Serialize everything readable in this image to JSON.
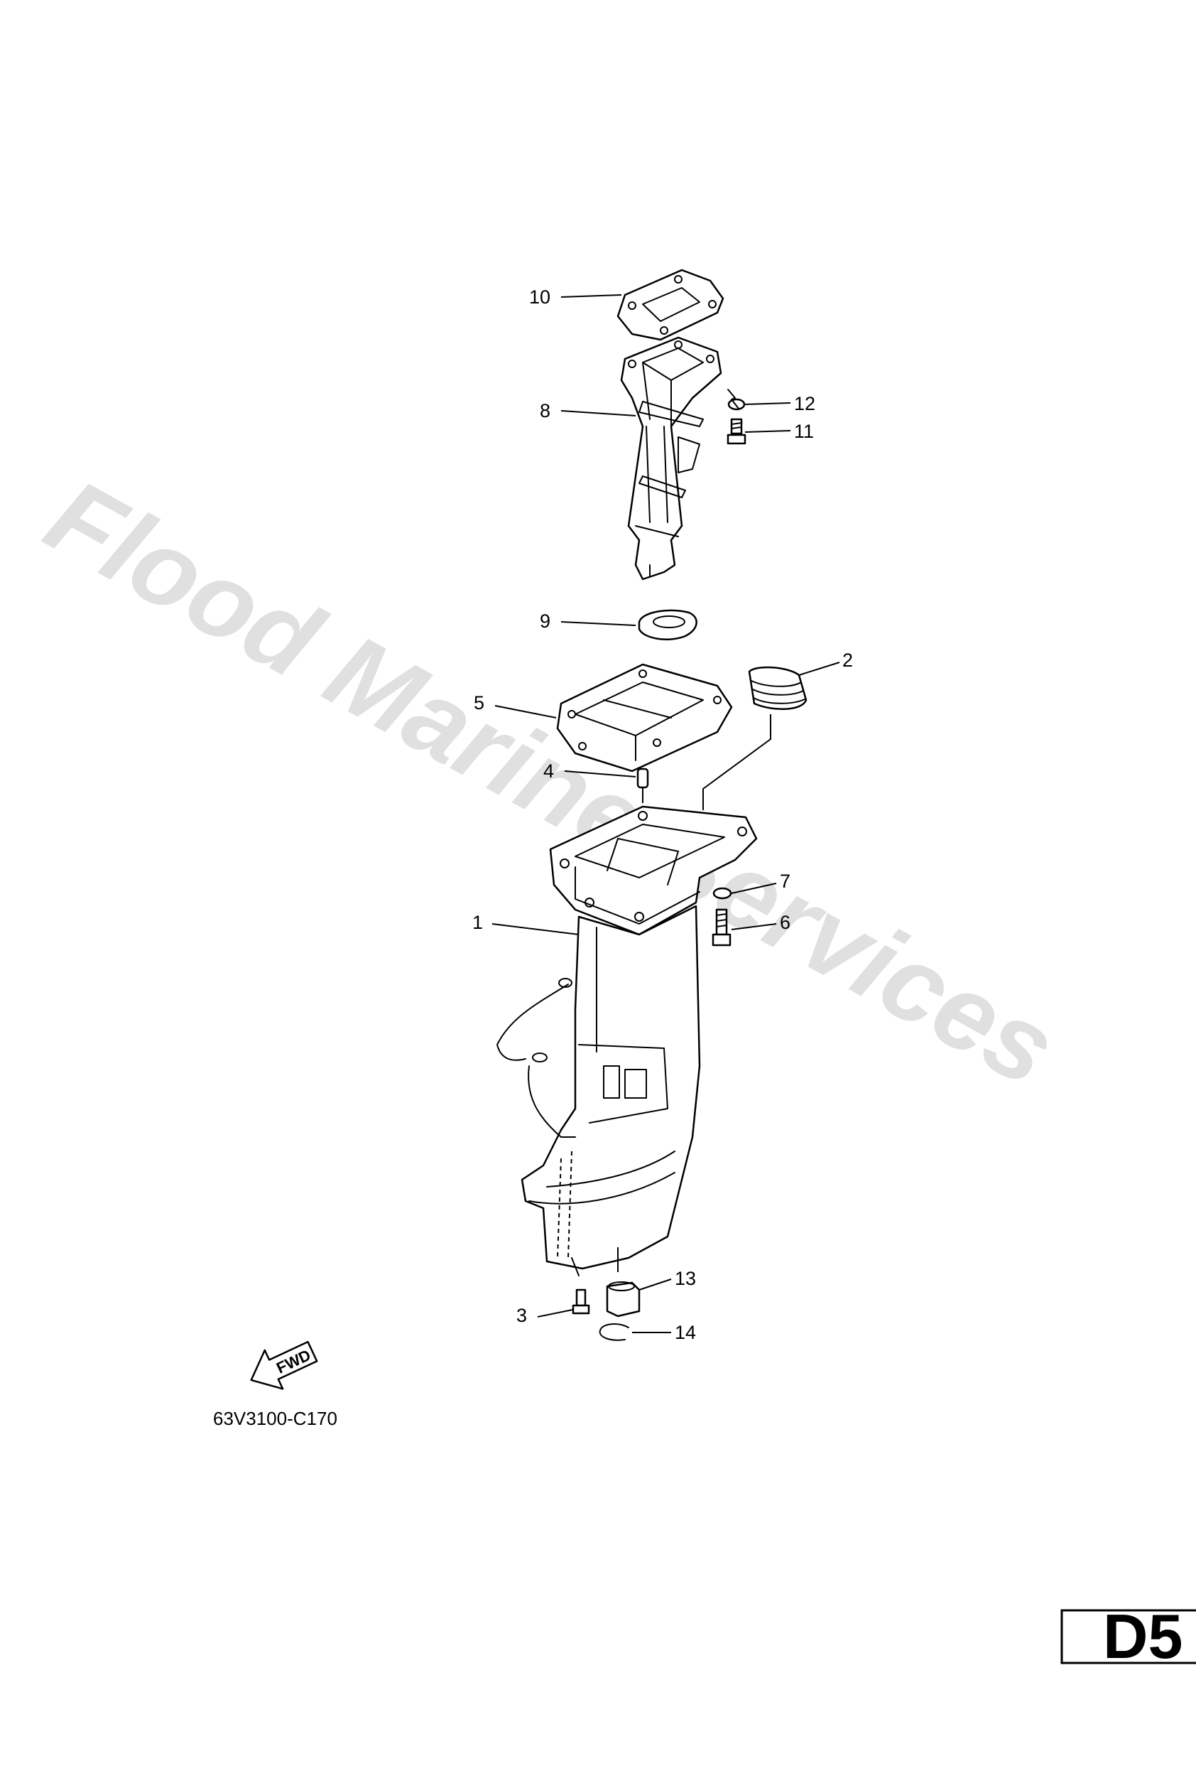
{
  "watermark": "Flood Marine Services",
  "diagram_code": "63V3100-C170",
  "sheet_id": "D5",
  "fwd_label": "FWD",
  "callouts": [
    {
      "id": "1",
      "label": "1"
    },
    {
      "id": "2",
      "label": "2"
    },
    {
      "id": "3",
      "label": "3"
    },
    {
      "id": "4",
      "label": "4"
    },
    {
      "id": "5",
      "label": "5"
    },
    {
      "id": "6",
      "label": "6"
    },
    {
      "id": "7",
      "label": "7"
    },
    {
      "id": "8",
      "label": "8"
    },
    {
      "id": "9",
      "label": "9"
    },
    {
      "id": "10",
      "label": "10"
    },
    {
      "id": "11",
      "label": "11"
    },
    {
      "id": "12",
      "label": "12"
    },
    {
      "id": "13",
      "label": "13"
    },
    {
      "id": "14",
      "label": "14"
    }
  ]
}
